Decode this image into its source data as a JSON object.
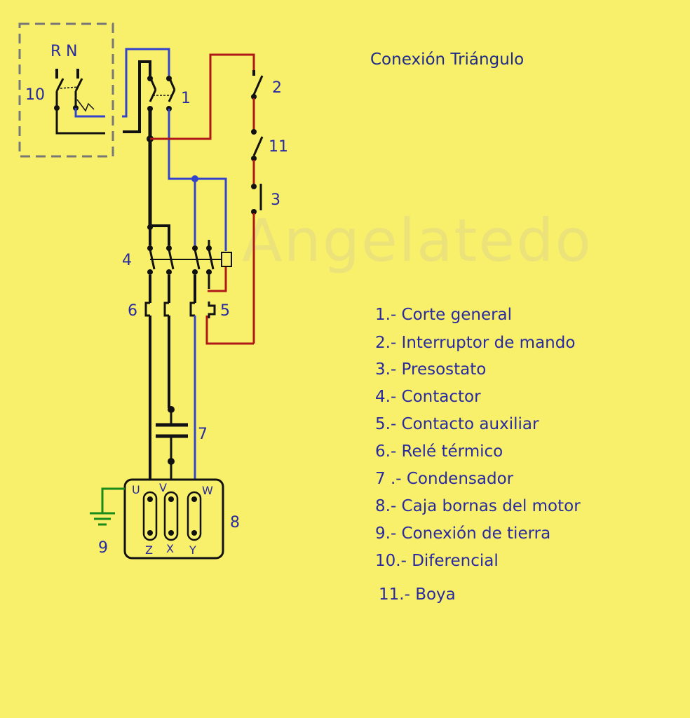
{
  "title": "Conexión Triángulo",
  "watermark": "Angelatedo",
  "component_labels": {
    "diff": "10",
    "rn_r": "R",
    "rn_n": "N",
    "general": "1",
    "control": "2",
    "float": "11",
    "pressure": "3",
    "contactor": "4",
    "relay": "6",
    "aux": "5",
    "capacitor": "7",
    "motor_box": "8",
    "ground": "9"
  },
  "terminals": {
    "top": [
      "U",
      "V",
      "W"
    ],
    "bottom": [
      "Z",
      "X",
      "Y"
    ]
  },
  "legend": [
    "1.- Corte general",
    "2.- Interruptor de mando",
    "3.- Presostato",
    "4.- Contactor",
    "5.- Contacto auxiliar",
    "6.- Relé térmico",
    "7 .- Condensador",
    "8.- Caja bornas del motor",
    "9.- Conexión  de tierra",
    "10.- Diferencial",
    "11.- Boya"
  ],
  "colors": {
    "background": "#f8f06a",
    "text": "#2a2aa0",
    "wire_black": "#111111",
    "wire_blue": "#3344cc",
    "wire_red": "#b01818",
    "wire_green": "#1a8a1a",
    "dashed_box": "#777777"
  }
}
